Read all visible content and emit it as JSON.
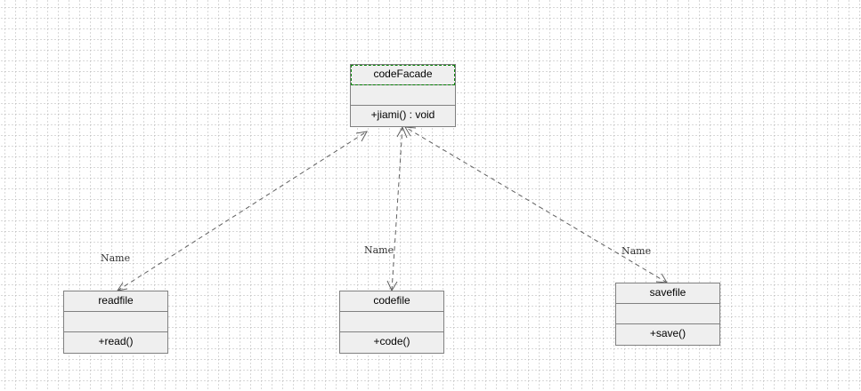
{
  "diagram": {
    "classes": {
      "facade": {
        "name": "codeFacade",
        "operation": "+jiami() : void"
      },
      "readfile": {
        "name": "readfile",
        "operation": "+read()"
      },
      "codefile": {
        "name": "codefile",
        "operation": "+code()"
      },
      "savefile": {
        "name": "savefile",
        "operation": "+save()"
      }
    },
    "links": {
      "readfile": {
        "label": "Name"
      },
      "codefile": {
        "label": "Name"
      },
      "savefile": {
        "label": "Name"
      }
    }
  },
  "colors": {
    "class_fill": "#efefef",
    "class_border": "#808080",
    "selection": "#008000",
    "link": "#606060",
    "grid": "#b8b8b8"
  }
}
